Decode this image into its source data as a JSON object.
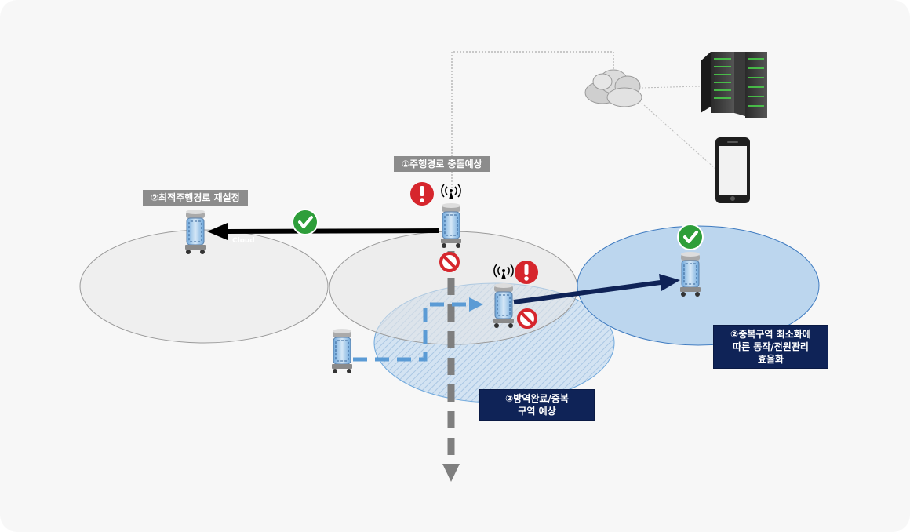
{
  "labels": {
    "collision": "①주행경로 충돌예상",
    "reroute": "②최적주행경로 재설정",
    "disinfect_line1": "②방역완료/중복",
    "disinfect_line2": "구역 예상",
    "minimize_line1": "②중복구역 최소화에",
    "minimize_line2": "따른 동작/전원관리",
    "minimize_line3": "효율화"
  },
  "robot_tag": "Cloud",
  "icons": [
    "cloud-icon",
    "server-icon",
    "smartphone-icon",
    "robot-icon",
    "check-icon",
    "alert-icon",
    "no-entry-icon",
    "wireless-signal-icon"
  ],
  "colors": {
    "zone_gray": "#efefef",
    "zone_blue": "#bcd6ee",
    "navy": "#0f2357",
    "dashed_blue": "#5b9bd5",
    "dashed_gray": "#7f7f7f",
    "check_green": "#2e9e3a",
    "alert_red": "#d6262d"
  }
}
